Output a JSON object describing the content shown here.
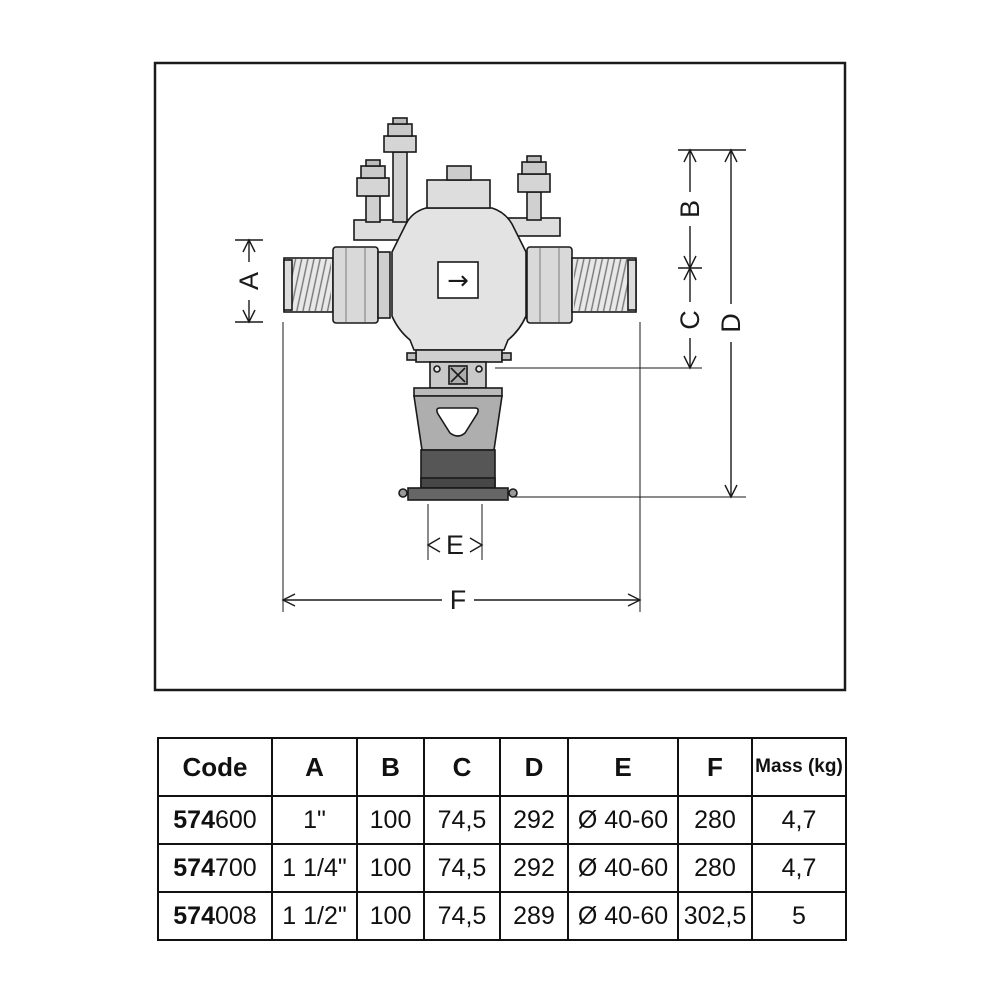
{
  "diagram": {
    "flow_arrow": "→",
    "dim_labels": {
      "a": "A",
      "b": "B",
      "c": "C",
      "d": "D",
      "e": "E",
      "f": "F"
    }
  },
  "table": {
    "headers": [
      "Code",
      "A",
      "B",
      "C",
      "D",
      "E",
      "F",
      "Mass (kg)"
    ],
    "rows": [
      {
        "code_prefix": "574",
        "code_suffix": "600",
        "a": "1\"",
        "b": "100",
        "c": "74,5",
        "d": "292",
        "e": "Ø 40-60",
        "f": "280",
        "mass": "4,7"
      },
      {
        "code_prefix": "574",
        "code_suffix": "700",
        "a": "1 1/4\"",
        "b": "100",
        "c": "74,5",
        "d": "292",
        "e": "Ø 40-60",
        "f": "280",
        "mass": "4,7"
      },
      {
        "code_prefix": "574",
        "code_suffix": "008",
        "a": "1 1/2\"",
        "b": "100",
        "c": "74,5",
        "d": "289",
        "e": "Ø 40-60",
        "f": "302,5",
        "mass": "5"
      }
    ]
  }
}
